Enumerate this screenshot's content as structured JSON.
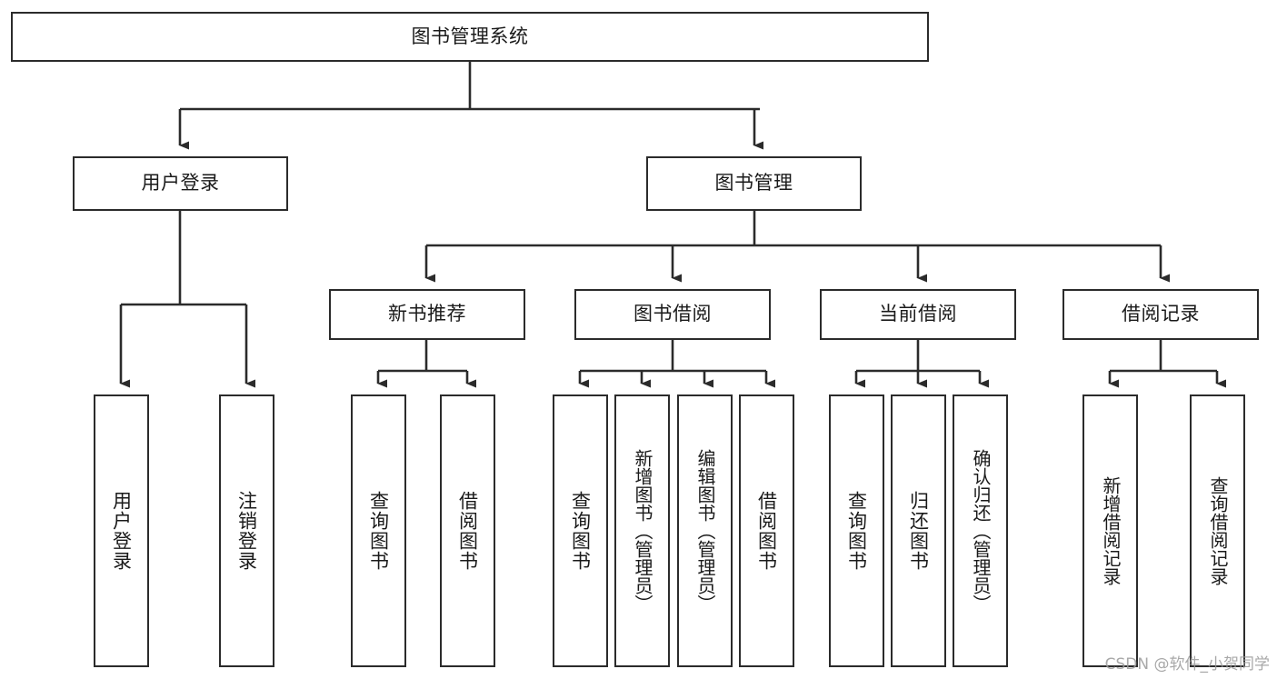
{
  "diagram": {
    "title": "图书管理系统",
    "watermark": "CSDN @软件_小贺同学",
    "stroke_color": "#2b2b2b",
    "background_color": "#ffffff",
    "text_color": "#1a1a1a",
    "type": "tree-hierarchy-diagram"
  },
  "nodes": {
    "root": {
      "label": "图书管理系统"
    },
    "level2": [
      {
        "label": "用户登录"
      },
      {
        "label": "图书管理"
      }
    ],
    "level3": [
      {
        "label": "新书推荐"
      },
      {
        "label": "图书借阅"
      },
      {
        "label": "当前借阅"
      },
      {
        "label": "借阅记录"
      }
    ],
    "leaves": {
      "user_login": [
        {
          "label": "用户登录"
        },
        {
          "label": "注销登录"
        }
      ],
      "new_book_recommend": [
        {
          "label": "查询图书"
        },
        {
          "label": "借阅图书"
        }
      ],
      "book_borrow": [
        {
          "label": "查询图书"
        },
        {
          "label": "新增图书（管理员）"
        },
        {
          "label": "编辑图书（管理员）"
        },
        {
          "label": "借阅图书"
        }
      ],
      "current_borrow": [
        {
          "label": "查询图书"
        },
        {
          "label": "归还图书"
        },
        {
          "label": "确认归还（管理员）"
        }
      ],
      "borrow_record": [
        {
          "label": "新增借阅记录"
        },
        {
          "label": "查询借阅记录"
        }
      ]
    }
  }
}
